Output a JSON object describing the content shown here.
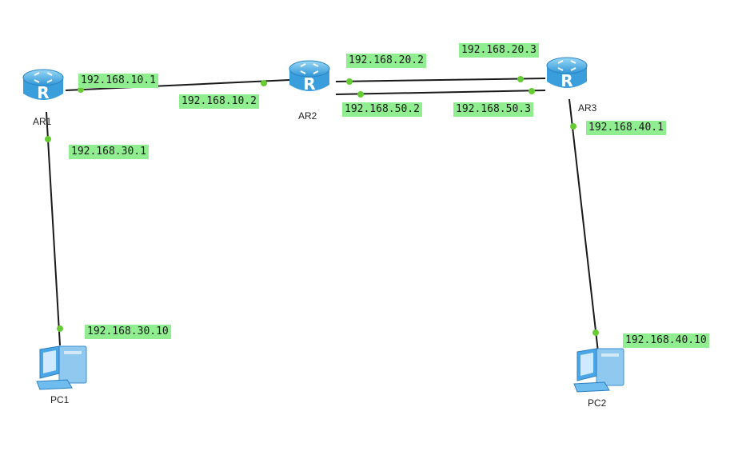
{
  "devices": {
    "ar1": {
      "name": "AR1",
      "type": "router"
    },
    "ar2": {
      "name": "AR2",
      "type": "router"
    },
    "ar3": {
      "name": "AR3",
      "type": "router"
    },
    "pc1": {
      "name": "PC1",
      "type": "pc"
    },
    "pc2": {
      "name": "PC2",
      "type": "pc"
    }
  },
  "links": [
    {
      "id": "ar1-ar2",
      "from": "AR1",
      "to": "AR2",
      "from_ip": "192.168.10.1",
      "to_ip": "192.168.10.2"
    },
    {
      "id": "ar2-ar3-a",
      "from": "AR2",
      "to": "AR3",
      "from_ip": "192.168.20.2",
      "to_ip": "192.168.20.3"
    },
    {
      "id": "ar2-ar3-b",
      "from": "AR2",
      "to": "AR3",
      "from_ip": "192.168.50.2",
      "to_ip": "192.168.50.3"
    },
    {
      "id": "ar1-pc1",
      "from": "AR1",
      "to": "PC1",
      "from_ip": "192.168.30.1",
      "to_ip": "192.168.30.10"
    },
    {
      "id": "ar3-pc2",
      "from": "AR3",
      "to": "PC2",
      "from_ip": "192.168.40.1",
      "to_ip": "192.168.40.10"
    }
  ],
  "colors": {
    "label_bg": "#90ee90",
    "link": "#1a1a1a",
    "port_dot": "#66cc33",
    "router_body": "#4fb3e8",
    "pc_body": "#5aaee8"
  },
  "icons": {
    "router": "router-icon",
    "pc": "pc-icon"
  }
}
